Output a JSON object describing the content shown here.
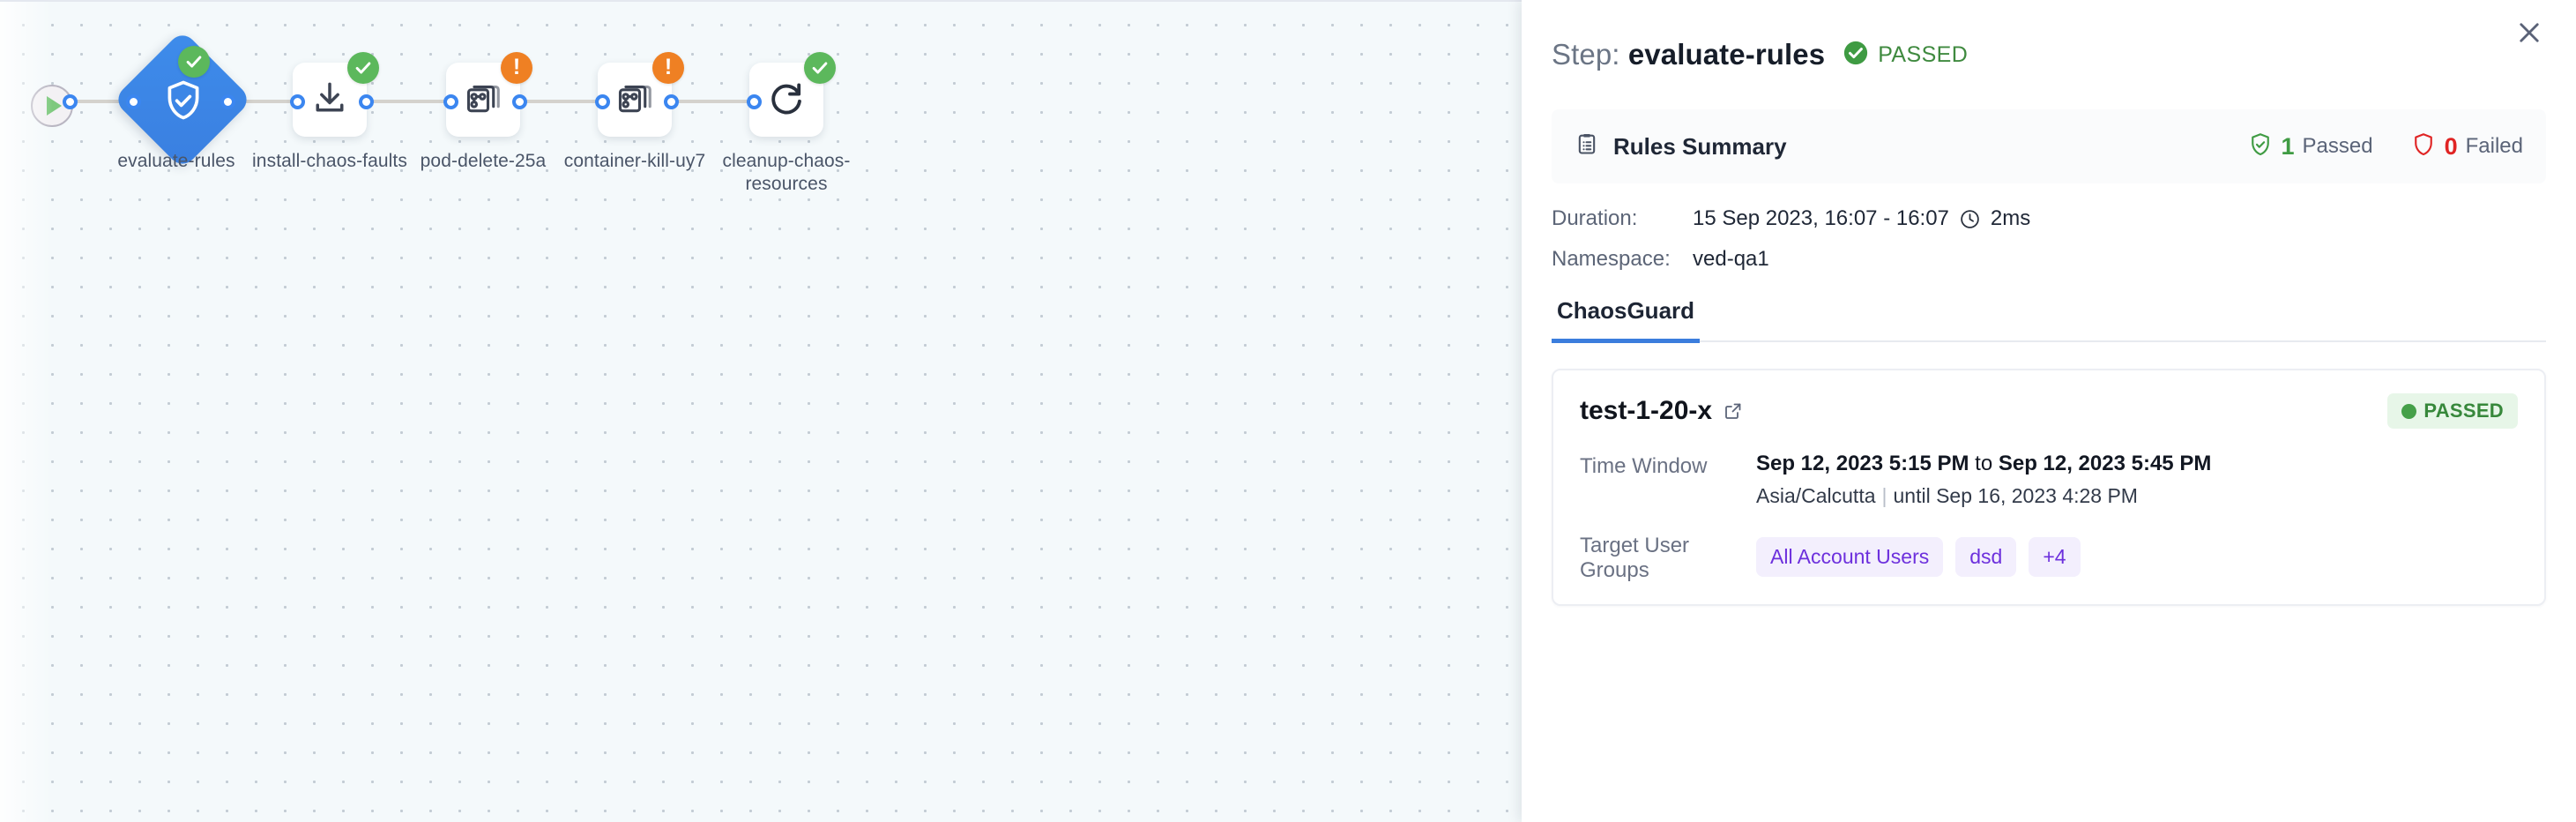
{
  "pipeline": {
    "start_icon": "play-icon",
    "nodes": [
      {
        "label": "evaluate-rules",
        "icon": "shield-check-icon",
        "shape": "diamond",
        "status": "success",
        "badge_icon": "check-circle-icon"
      },
      {
        "label": "install-chaos-faults",
        "icon": "download-icon",
        "shape": "box",
        "status": "success",
        "badge_icon": "check-circle-icon"
      },
      {
        "label": "pod-delete-25a",
        "icon": "chaos-experiment-icon",
        "shape": "box",
        "status": "warning",
        "badge_icon": "exclamation-circle-icon"
      },
      {
        "label": "container-kill-uy7",
        "icon": "chaos-experiment-icon",
        "shape": "box",
        "status": "warning",
        "badge_icon": "exclamation-circle-icon"
      },
      {
        "label": "cleanup-chaos-resources",
        "icon": "refresh-icon",
        "shape": "box",
        "status": "success",
        "badge_icon": "check-circle-icon"
      }
    ]
  },
  "panel": {
    "header": {
      "step_prefix": "Step:",
      "step_name": "evaluate-rules",
      "status": "PASSED",
      "status_icon": "check-circle-icon",
      "close_icon": "close-icon"
    },
    "rules_summary": {
      "icon": "clipboard-icon",
      "title": "Rules Summary",
      "passed_count": "1",
      "passed_label": "Passed",
      "passed_icon": "shield-check-icon",
      "failed_count": "0",
      "failed_label": "Failed",
      "failed_icon": "shield-icon"
    },
    "meta": {
      "duration_label": "Duration:",
      "duration_value": "15 Sep 2023, 16:07 - 16:07",
      "duration_clock_icon": "clock-icon",
      "duration_elapsed": "2ms",
      "namespace_label": "Namespace:",
      "namespace_value": "ved-qa1"
    },
    "tabs": [
      {
        "label": "ChaosGuard",
        "active": true
      }
    ],
    "test_card": {
      "name": "test-1-20-x",
      "external_link_icon": "external-link-icon",
      "status": "PASSED",
      "rows": [
        {
          "key": "Time Window",
          "line1_start": "Sep 12, 2023 5:15 PM",
          "line1_sep": " to ",
          "line1_end": "Sep 12, 2023 5:45 PM",
          "line2_tz": "Asia/Calcutta",
          "line2_until": "until Sep 16, 2023 4:28 PM"
        },
        {
          "key": "Target User Groups",
          "chips": [
            "All Account Users",
            "dsd",
            "+4"
          ]
        }
      ]
    }
  },
  "colors": {
    "accent_blue": "#3b7ddd",
    "node_blue": "#3e8ceb",
    "success_green": "#5cb85c",
    "warning_orange": "#ef8023",
    "fail_red": "#e02424",
    "chip_purple": "#6d30dd",
    "canvas_bg": "#f4f9fb"
  }
}
